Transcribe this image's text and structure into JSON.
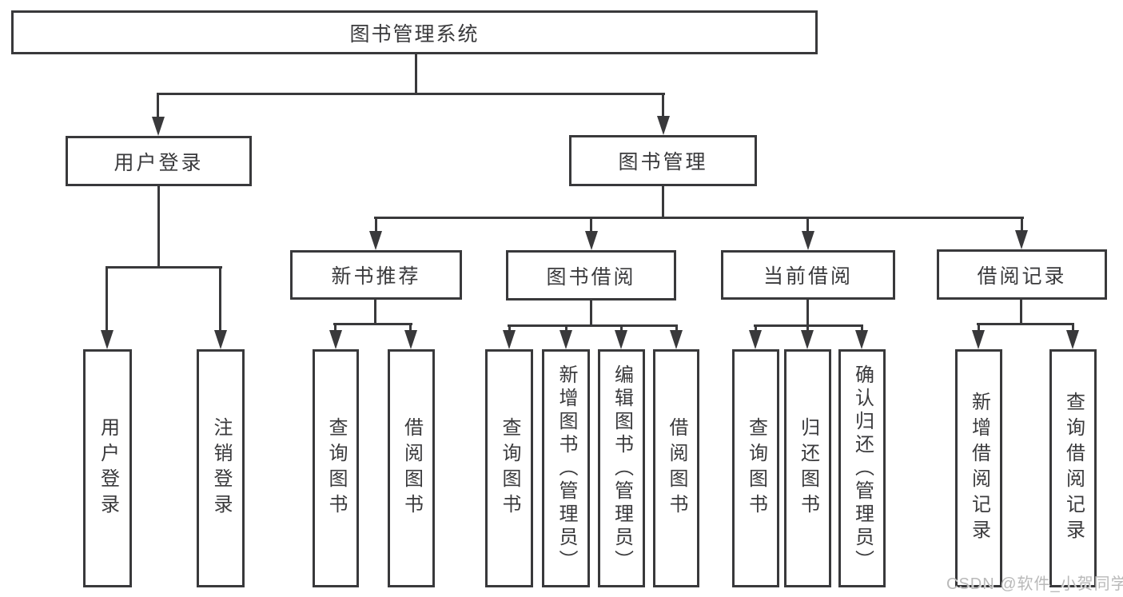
{
  "tree": {
    "label": "图书管理系统",
    "children": [
      {
        "label": "用户登录",
        "children": [
          {
            "label": "用户登录"
          },
          {
            "label": "注销登录"
          }
        ]
      },
      {
        "label": "图书管理",
        "children": [
          {
            "label": "新书推荐",
            "children": [
              {
                "label": "查询图书"
              },
              {
                "label": "借阅图书"
              }
            ]
          },
          {
            "label": "图书借阅",
            "children": [
              {
                "label": "查询图书"
              },
              {
                "label": "新增图书（管理员）"
              },
              {
                "label": "编辑图书（管理员）"
              },
              {
                "label": "借阅图书"
              }
            ]
          },
          {
            "label": "当前借阅",
            "children": [
              {
                "label": "查询图书"
              },
              {
                "label": "归还图书"
              },
              {
                "label": "确认归还（管理员）"
              }
            ]
          },
          {
            "label": "借阅记录",
            "children": [
              {
                "label": "新增借阅记录"
              },
              {
                "label": "查询借阅记录"
              }
            ]
          }
        ]
      }
    ]
  },
  "watermark": "CSDN @软件_小贺同学",
  "colors": {
    "line": "#39393b",
    "text": "#3a3a3c",
    "background": "#ffffff",
    "watermark": "#b9b9b9"
  }
}
